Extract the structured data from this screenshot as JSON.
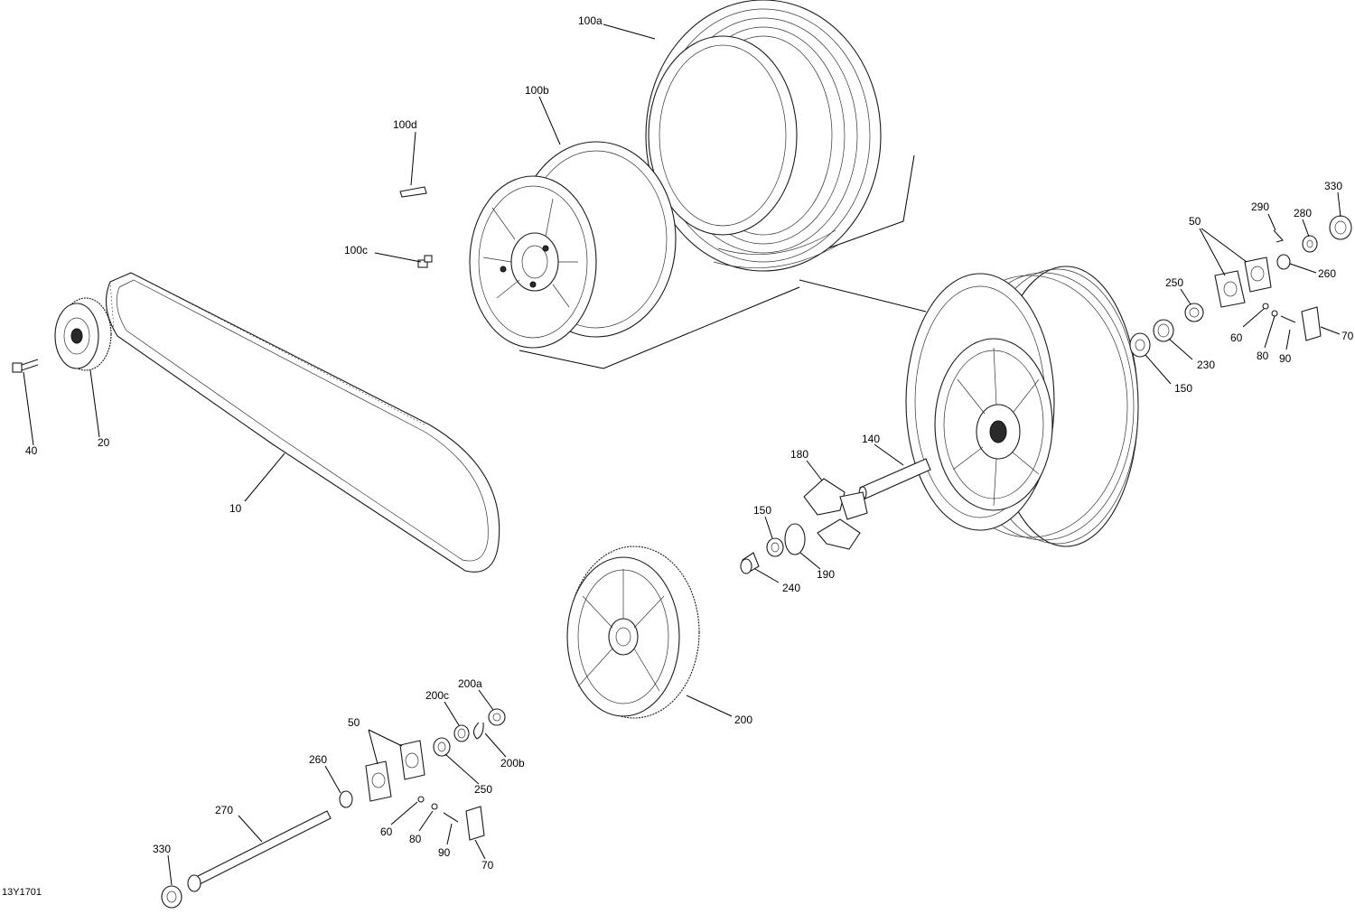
{
  "diagram": {
    "drawing_code": "13Y1701",
    "callouts": {
      "c100a": "100a",
      "c100b": "100b",
      "c100c": "100c",
      "c100d": "100d",
      "c10": "10",
      "c20": "20",
      "c40": "40",
      "c50_right": "50",
      "c290": "290",
      "c280": "280",
      "c330_right": "330",
      "c260_right": "260",
      "c250_right": "250",
      "c70_right": "70",
      "c60_right": "60",
      "c80_right": "80",
      "c90_right": "90",
      "c230": "230",
      "c150_right": "150",
      "c140": "140",
      "c180": "180",
      "c150_left": "150",
      "c190": "190",
      "c240": "240",
      "c200": "200",
      "c200a": "200a",
      "c200c": "200c",
      "c200b": "200b",
      "c50_left": "50",
      "c250_left": "250",
      "c260_left": "260",
      "c270": "270",
      "c60_left": "60",
      "c80_left": "80",
      "c90_left": "90",
      "c70_left": "70",
      "c330_left": "330"
    }
  }
}
